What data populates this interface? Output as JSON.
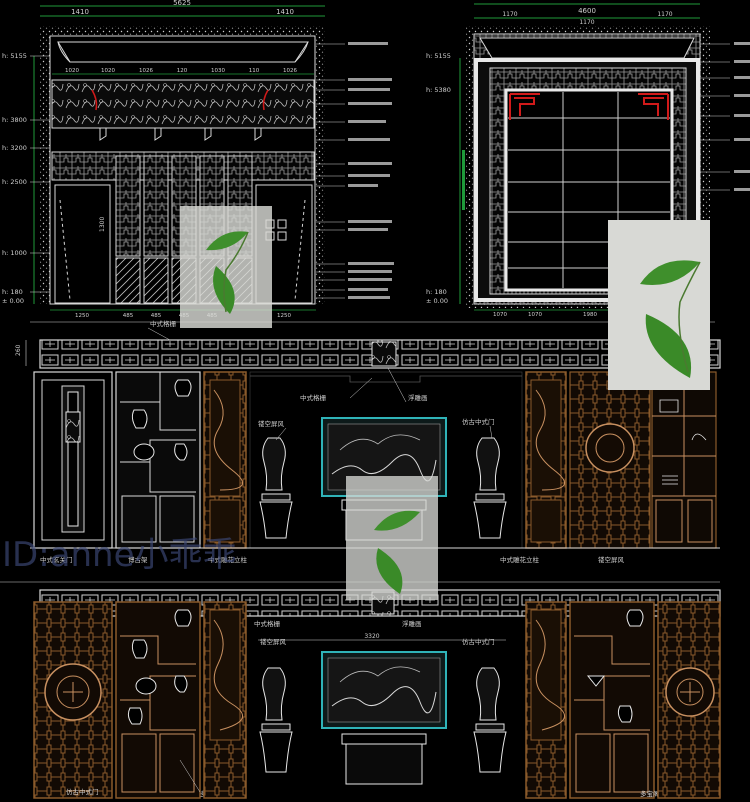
{
  "elevation_top_left": {
    "dims_top": [
      "5625",
      "1410",
      "1410"
    ],
    "dims_row2": [
      "1020",
      "1020",
      "1026",
      "120",
      "1030",
      "110",
      "1026"
    ],
    "levels": [
      "h: 5155",
      "h: 3800",
      "h: 3200",
      "h: 2500",
      "h: 1000",
      "h: 180",
      "± 0.00"
    ],
    "dims_bottom": [
      "1250",
      "485",
      "485",
      "485",
      "485",
      "1250"
    ],
    "center_note": "1300"
  },
  "elevation_top_right": {
    "dims_top": [
      "4600",
      "1170",
      "1170",
      "1170"
    ],
    "levels": [
      "h: 5155",
      "h: 5380",
      "h: 180",
      "± 0.00"
    ],
    "dims_bottom": [
      "1070",
      "1070",
      "1980"
    ]
  },
  "labels": {
    "chinese_entry_door": "中式玄关门",
    "display_shelf": "博古架",
    "carved_column_left": "中式雕花立柱",
    "carved_column_right": "中式雕花立柱",
    "lattice_cornice": "中式格栅",
    "screen": "镂空屏风",
    "ancient_door": "仿古中式门",
    "relief_painting": "浮雕画",
    "duobao_shelf_left": "多宝阁",
    "duobao_shelf_right": "多宝阁",
    "dim_mid_top": "3320",
    "dim_mid_left": "260"
  },
  "watermark": {
    "text": "ID:anne小乖乖"
  },
  "colors": {
    "background": "#000000",
    "linework": "#d8d8d8",
    "wood": "#8a5a2b",
    "accent_green": "#1f9a3a",
    "accent_red": "#d11a1a",
    "cyan_frame": "#2fb3b8"
  }
}
